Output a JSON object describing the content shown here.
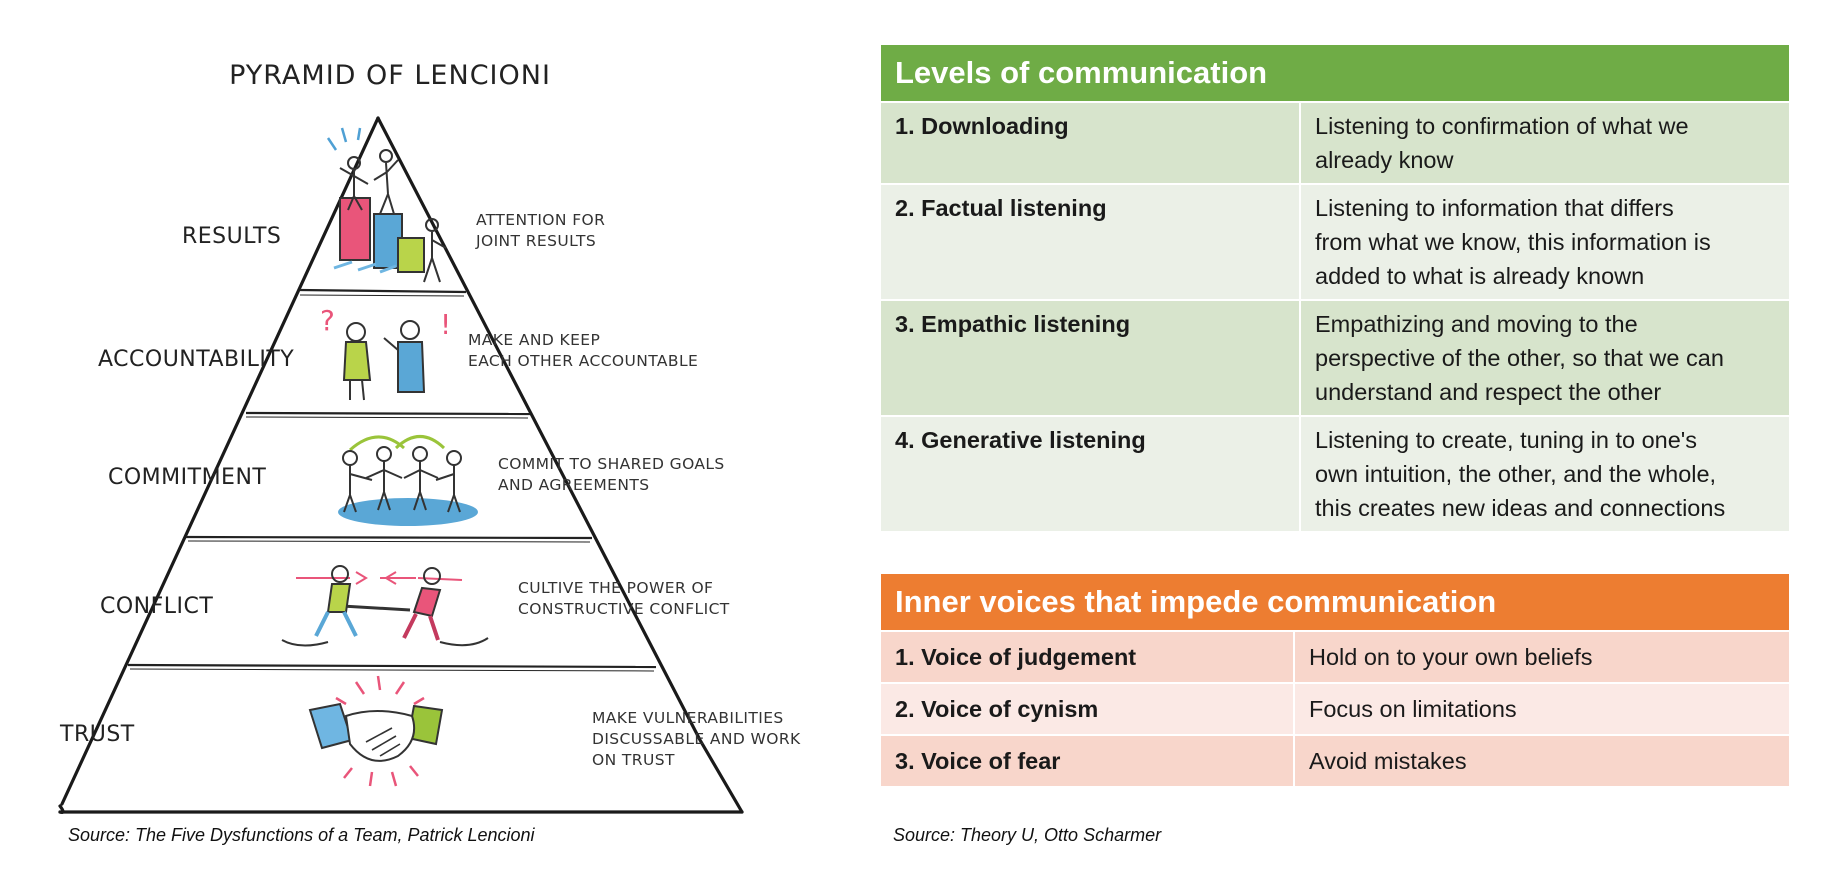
{
  "pyramid": {
    "title": "PYRAMID OF LENCIONI",
    "levels": [
      {
        "name": "RESULTS",
        "desc": [
          "ATTENTION FOR",
          "JOINT RESULTS"
        ]
      },
      {
        "name": "ACCOUNTABILITY",
        "desc": [
          "MAKE AND KEEP",
          "EACH OTHER ACCOUNTABLE"
        ]
      },
      {
        "name": "COMMITMENT",
        "desc": [
          "COMMIT TO SHARED GOALS",
          "AND AGREEMENTS"
        ]
      },
      {
        "name": "CONFLICT",
        "desc": [
          "CULTIVE THE POWER OF",
          "CONSTRUCTIVE CONFLICT"
        ]
      },
      {
        "name": "TRUST",
        "desc": [
          "MAKE VULNERABILITIES",
          "DISCUSSABLE AND WORK",
          "ON TRUST"
        ]
      }
    ],
    "source": "Source: The Five Dysfunctions of a Team, Patrick Lencioni"
  },
  "communication": {
    "header": "Levels of communication",
    "rows": [
      {
        "key": "1. Downloading",
        "value": [
          "Listening to confirmation of what we",
          "already know"
        ]
      },
      {
        "key": "2. Factual listening",
        "value": [
          "Listening to information that differs",
          "from what we know, this information is",
          "added to what is already known"
        ]
      },
      {
        "key": "3. Empathic listening",
        "value": [
          "Empathizing and moving to the",
          "perspective of the other, so that we can",
          "understand and respect the other"
        ]
      },
      {
        "key": "4. Generative listening",
        "value": [
          "Listening to create, tuning in to one's",
          "own intuition, the other, and the whole,",
          "this creates new ideas and connections"
        ]
      }
    ]
  },
  "voices": {
    "header": "Inner voices that impede communication",
    "rows": [
      {
        "key": "1. Voice of judgement",
        "value": "Hold on to your own beliefs"
      },
      {
        "key": "2. Voice of cynism",
        "value": "Focus on limitations"
      },
      {
        "key": "3. Voice of fear",
        "value": "Avoid mistakes"
      }
    ],
    "source": "Source: Theory U, Otto Scharmer"
  },
  "colors": {
    "green_header": "#6fac46",
    "green_row_dark": "#d7e4cc",
    "green_row_light": "#ebf0e7",
    "orange_header": "#ed7d31",
    "orange_row_dark": "#f8d6cb",
    "orange_row_light": "#fbe9e5"
  },
  "icons": [
    "podium-figures-icon",
    "arguing-people-icon",
    "team-circle-icon",
    "tug-of-war-icon",
    "handshake-icon"
  ]
}
